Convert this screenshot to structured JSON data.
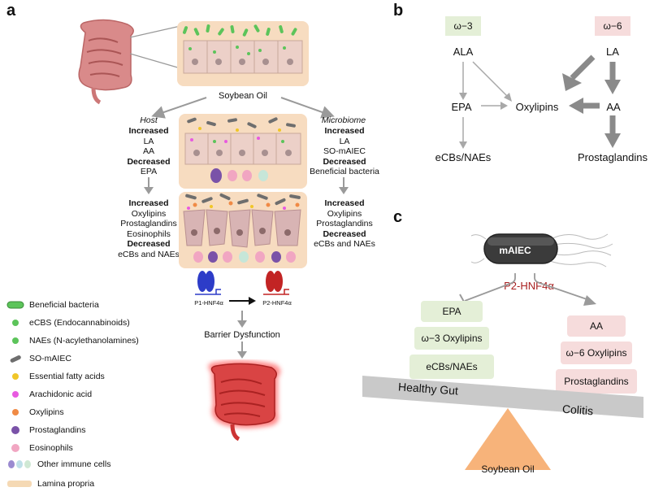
{
  "panel_a": {
    "letter": "a",
    "soybean_oil": "Soybean Oil",
    "host": {
      "heading": "Host",
      "lines": [
        {
          "text": "Increased",
          "bold": true
        },
        {
          "text": "LA",
          "bold": false
        },
        {
          "text": "AA",
          "bold": false
        },
        {
          "text": "Decreased",
          "bold": true
        },
        {
          "text": "EPA",
          "bold": false
        }
      ],
      "outcome": [
        {
          "text": "Increased",
          "bold": true
        },
        {
          "text": "Oxylipins",
          "bold": false
        },
        {
          "text": "Prostaglandins",
          "bold": false
        },
        {
          "text": "Eosinophils",
          "bold": false
        },
        {
          "text": "Decreased",
          "bold": true
        },
        {
          "text": "eCBs and NAEs",
          "bold": false
        }
      ]
    },
    "microbiome": {
      "heading": "Microbiome",
      "lines": [
        {
          "text": "Increased",
          "bold": true
        },
        {
          "text": "LA",
          "bold": false
        },
        {
          "text": "SO-mAIEC",
          "bold": false
        },
        {
          "text": "Decreased",
          "bold": true
        },
        {
          "text": "Beneficial bacteria",
          "bold": false
        }
      ],
      "outcome": [
        {
          "text": "Increased",
          "bold": true
        },
        {
          "text": "Oxylipins",
          "bold": false
        },
        {
          "text": "Prostaglandins",
          "bold": false
        },
        {
          "text": "Decreased",
          "bold": true
        },
        {
          "text": "eCBs and NAEs",
          "bold": false
        }
      ]
    },
    "p1_label": "P1-HNF4α",
    "p2_label": "P2-HNF4α",
    "barrier": "Barrier Dysfunction",
    "legend": [
      {
        "label": "Beneficial bacteria",
        "icon": "rod-green"
      },
      {
        "label": "eCBS (Endocannabinoids)",
        "icon": "dot-green"
      },
      {
        "label": "NAEs (N-acylethanolamines)",
        "icon": "dot-green"
      },
      {
        "label": "SO-mAIEC",
        "icon": "rod-gray"
      },
      {
        "label": "Essential fatty acids",
        "icon": "dot-yellow"
      },
      {
        "label": "Arachidonic acid",
        "icon": "dot-magenta"
      },
      {
        "label": "Oxylipins",
        "icon": "dot-orange"
      },
      {
        "label": "Prostaglandins",
        "icon": "dot-purple"
      },
      {
        "label": "Eosinophils",
        "icon": "dot-pink"
      },
      {
        "label": "Other immune cells",
        "icon": "cells"
      },
      {
        "label": "Lamina propria",
        "icon": "bar-tan"
      }
    ],
    "colors": {
      "tan": "#f5d9b4",
      "green": "#5cc45a",
      "gray": "#6e6e6e",
      "yellow": "#f0c628",
      "magenta": "#e85ae0",
      "orange": "#f08a45",
      "purple": "#7a52a8",
      "pink": "#f1a6c2",
      "blue": "#2d3cc8",
      "red": "#c22424"
    }
  },
  "panel_b": {
    "letter": "b",
    "omega3": "ω−3",
    "omega6": "ω−6",
    "ala": "ALA",
    "la": "LA",
    "epa": "EPA",
    "oxylipins": "Oxylipins",
    "aa": "AA",
    "ecbs": "eCBs/NAEs",
    "prostaglandins": "Prostaglandins"
  },
  "panel_c": {
    "letter": "c",
    "bacterium": "mAIEC",
    "regulator": "P2-HNF4α",
    "left_items": [
      "EPA",
      "ω−3 Oxylipins",
      "eCBs/NAEs"
    ],
    "right_items": [
      "AA",
      "ω−6 Oxylipins",
      "Prostaglandins"
    ],
    "healthy": "Healthy Gut",
    "colitis": "Colitis",
    "fulcrum": "Soybean Oil",
    "colors": {
      "green_box": "#e4efd7",
      "pink_box": "#f6dcdc",
      "beam": "#c9c9c9",
      "fulcrum": "#f7b37a",
      "regulator": "#a81e1e"
    }
  }
}
